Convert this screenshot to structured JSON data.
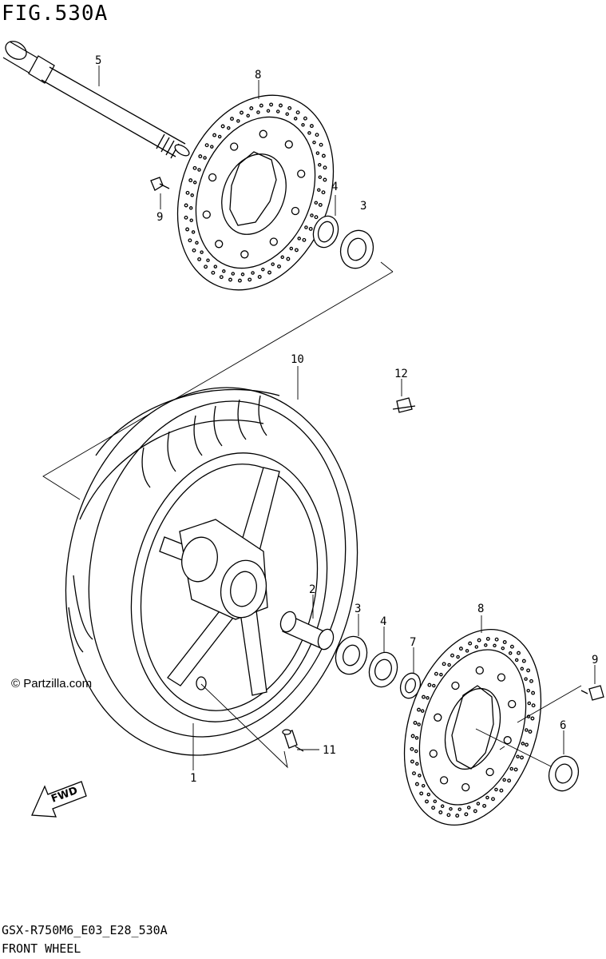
{
  "figure": {
    "title": "FIG.530A",
    "code": "GSX-R750M6_E03_E28_530A",
    "name": "FRONT WHEEL",
    "watermark": "© Partzilla.com",
    "fwd_label": "FWD"
  },
  "callouts": [
    "1",
    "2",
    "3",
    "4",
    "5",
    "6",
    "7",
    "8",
    "9",
    "10",
    "11",
    "12"
  ],
  "parts": [
    {
      "ref": "1",
      "name": "wheel-rim"
    },
    {
      "ref": "2",
      "name": "spacer"
    },
    {
      "ref": "3",
      "name": "bearing"
    },
    {
      "ref": "4",
      "name": "oil-seal"
    },
    {
      "ref": "5",
      "name": "front-axle"
    },
    {
      "ref": "6",
      "name": "collar"
    },
    {
      "ref": "7",
      "name": "spacer-ring"
    },
    {
      "ref": "8",
      "name": "brake-disc"
    },
    {
      "ref": "9",
      "name": "disc-bolt"
    },
    {
      "ref": "10",
      "name": "tire"
    },
    {
      "ref": "11",
      "name": "valve"
    },
    {
      "ref": "12",
      "name": "balancer-weight"
    }
  ]
}
